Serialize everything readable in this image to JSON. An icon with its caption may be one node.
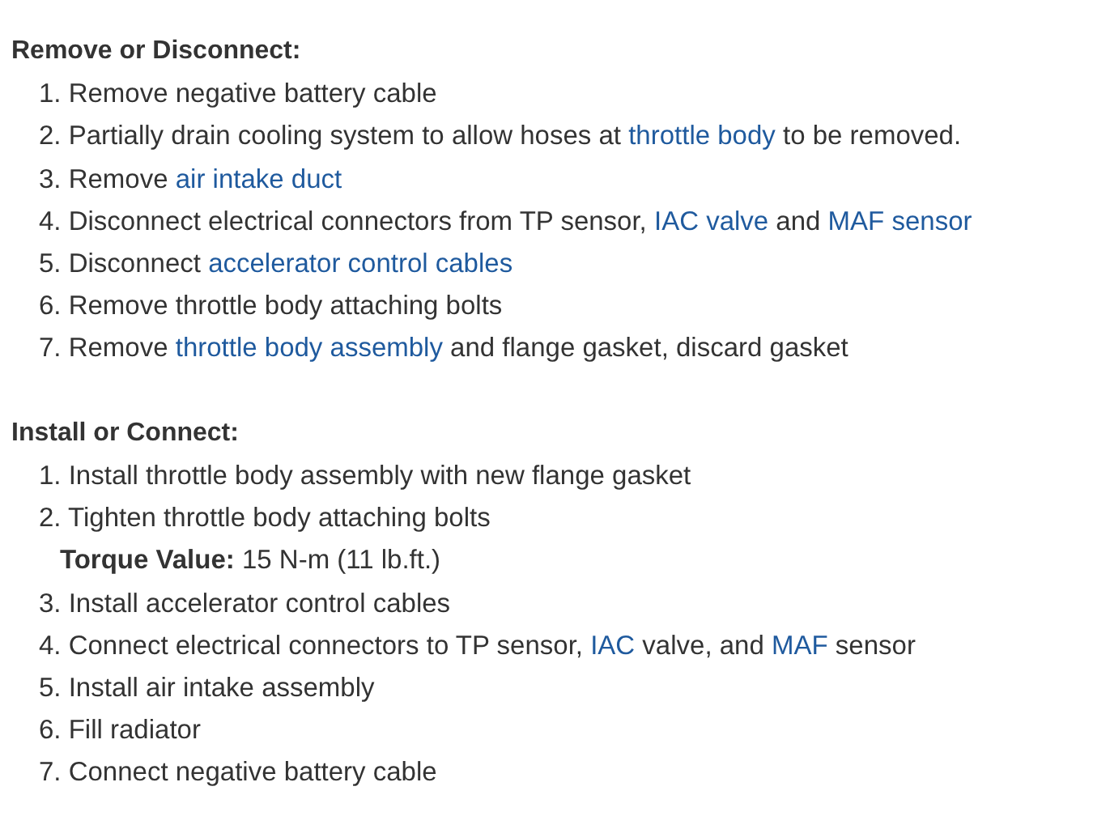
{
  "diagram": {
    "labels": [
      "Remove or Disconnect:",
      "1. Remove negative battery cable",
      "2. Partially drain cooling system to allow hoses at *throttle body* to be removed.",
      "3. Remove *air intake duct*",
      "4. Disconnect electrical connectors from TP sensor, *IAC valve* and *MAF sensor*",
      "5. Disconnect *accelerator control cables*",
      "6. Remove throttle body attaching bolts",
      "7. Remove *throttle body assembly* and flange gasket, discard gasket",
      "Install or Connect:",
      "1. Install throttle body assembly with new flange gasket",
      "2. Tighten throttle body attaching bolts",
      "**Torque Value:** 15 N-m (11 lb.ft.)",
      "3. Install accelerator control cables",
      "4. Connect electrical connectors to TP sensor, *IAC* valve, and *MAF* sensor",
      "5. Install air intake assembly",
      "6. Fill radiator",
      "7. Connect negative battery cable"
    ]
  }
}
